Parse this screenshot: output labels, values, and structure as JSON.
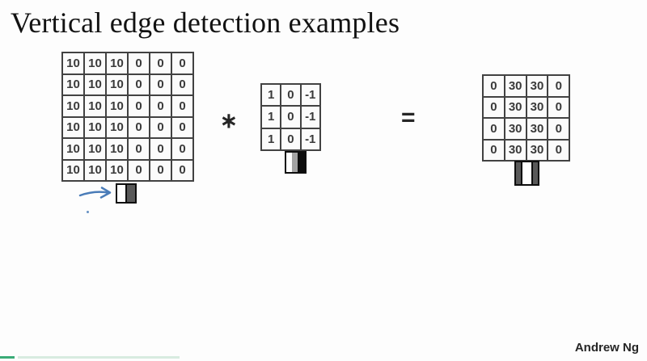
{
  "title": "Vertical edge detection examples",
  "operators": {
    "convolution": "∗",
    "equals": "="
  },
  "matrices": {
    "input": {
      "label": "input-image-6x6",
      "rows": [
        [
          10,
          10,
          10,
          0,
          0,
          0
        ],
        [
          10,
          10,
          10,
          0,
          0,
          0
        ],
        [
          10,
          10,
          10,
          0,
          0,
          0
        ],
        [
          10,
          10,
          10,
          0,
          0,
          0
        ],
        [
          10,
          10,
          10,
          0,
          0,
          0
        ],
        [
          10,
          10,
          10,
          0,
          0,
          0
        ]
      ]
    },
    "filter": {
      "label": "vertical-edge-filter-3x3",
      "rows": [
        [
          1,
          0,
          -1
        ],
        [
          1,
          0,
          -1
        ],
        [
          1,
          0,
          -1
        ]
      ]
    },
    "output": {
      "label": "convolution-output-4x4",
      "rows": [
        [
          0,
          30,
          30,
          0
        ],
        [
          0,
          30,
          30,
          0
        ],
        [
          0,
          30,
          30,
          0
        ],
        [
          0,
          30,
          30,
          0
        ]
      ]
    }
  },
  "icons": {
    "input_patch": "white-left-dark-right-edge-swatch",
    "filter_patch": "white-gray-black-stripe-swatch",
    "output_patch": "dark-white-dark-stripe-swatch",
    "annotation_arrow": "blue-hand-drawn-right-arrow"
  },
  "footer": {
    "author": "Andrew Ng"
  },
  "colors": {
    "grid_border": "#424242",
    "cell_text": "#3a3a3a",
    "arrow_blue": "#4a7cb8",
    "icon_dark_gray": "#595959",
    "icon_light_gray": "#a3a3a3",
    "icon_black": "#0d0d0d",
    "progress_dark_green": "#3aab77",
    "progress_light_green": "#d8ebe0"
  }
}
